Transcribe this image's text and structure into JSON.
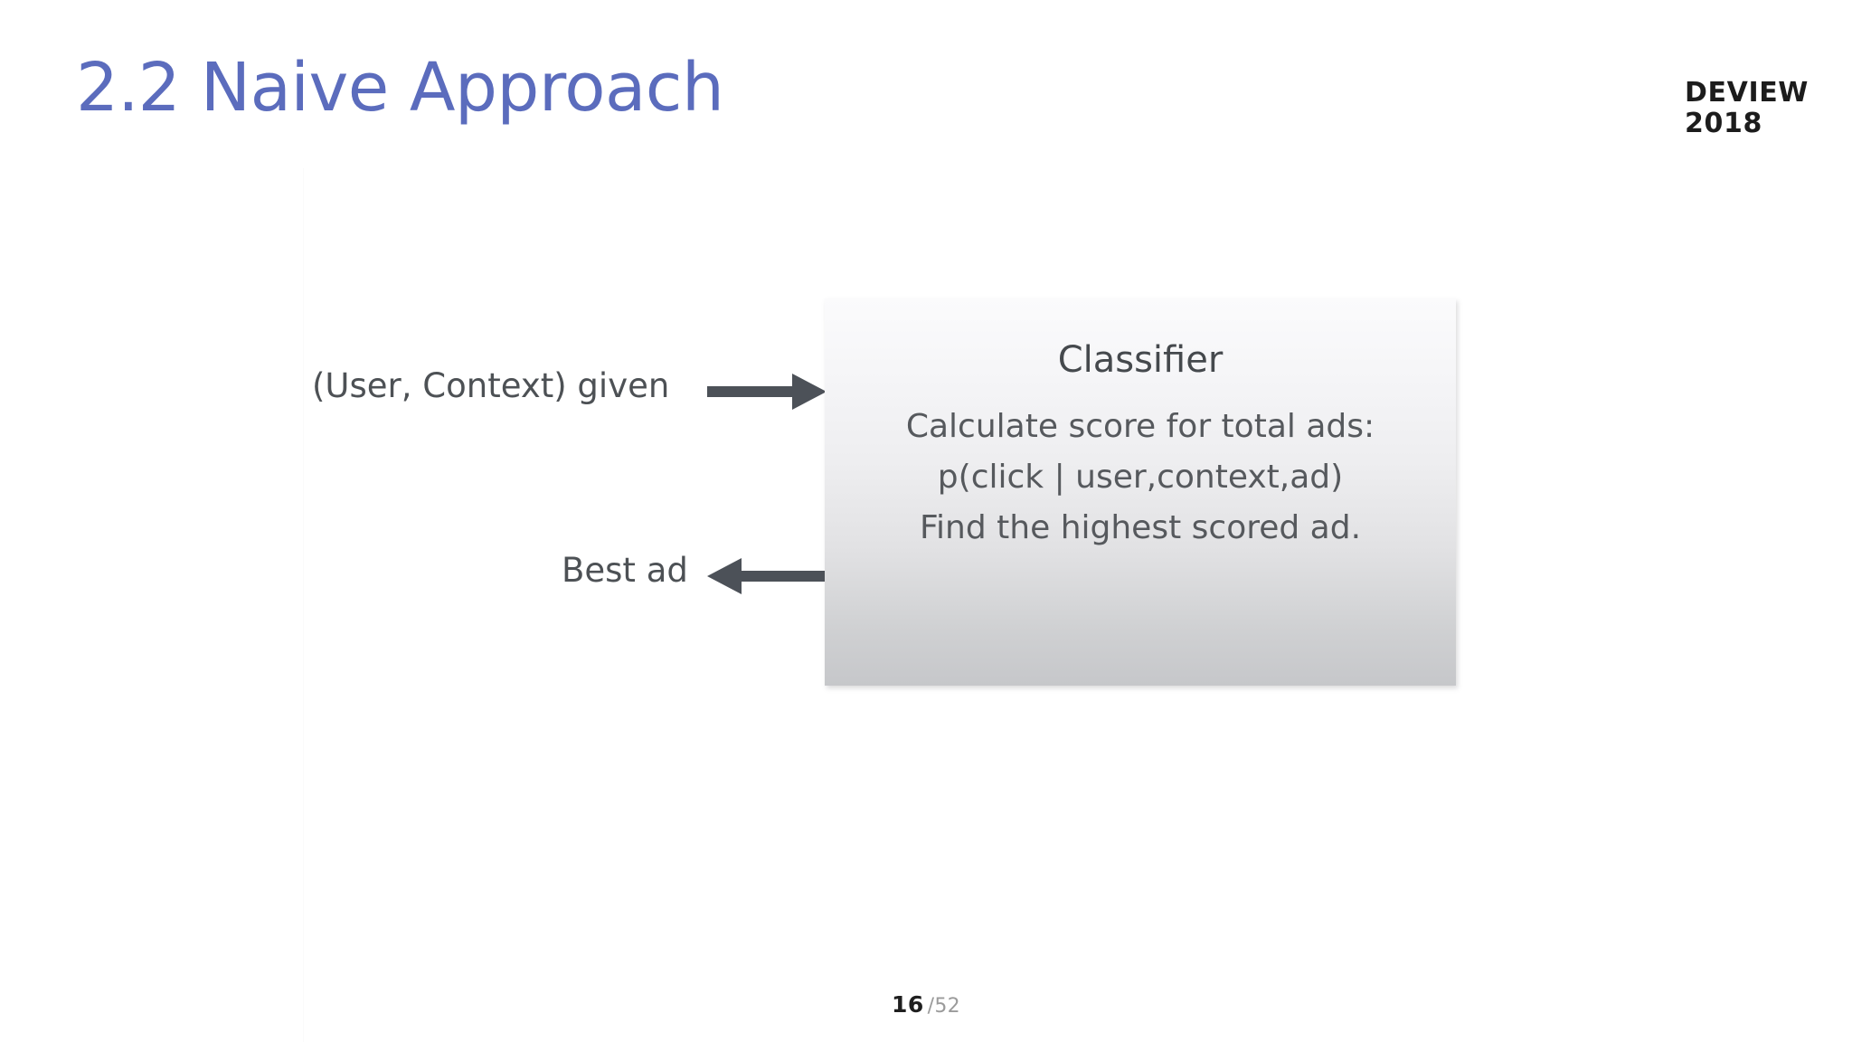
{
  "slide": {
    "title_number": "2.2",
    "title_text": "Naive Approach",
    "title_color": "#5b6cbd",
    "background_color": "#ffffff"
  },
  "brand": {
    "line1": "DEVIEW",
    "line2": "2018",
    "color": "#1c1c1c"
  },
  "diagram": {
    "input_label": "(User, Context) given",
    "output_label": "Best ad",
    "input_arrow_icon": "arrow-right-icon",
    "output_arrow_icon": "arrow-left-icon",
    "arrow_color": "#4c5158",
    "box": {
      "heading": "Classifier",
      "lines": [
        "Calculate score for total ads:",
        "p(click | user,context,ad)",
        "Find the highest scored ad."
      ],
      "text_color": "#4b4f53",
      "fill_top_color": "#fbfbfc",
      "fill_bottom_color": "#c6c7ca"
    }
  },
  "footer": {
    "current_page": "16",
    "total_pages": "/52"
  }
}
